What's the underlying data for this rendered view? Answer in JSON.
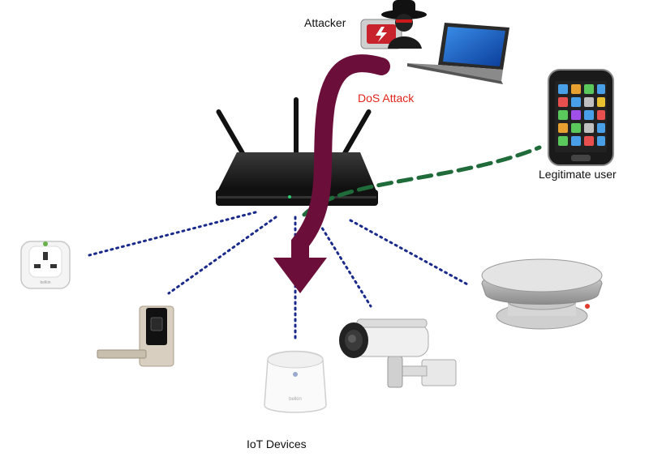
{
  "labels": {
    "attacker": "Attacker",
    "dos_attack": "DoS Attack",
    "legitimate_user": "Legitimate user",
    "iot_devices": "IoT Devices"
  },
  "device_labels": {
    "smart_plug_brand": "belkin",
    "motion_sensor_brand": "belkin"
  },
  "colors": {
    "attack_arrow": "#6b0f3a",
    "legit_link": "#1f6b3a",
    "iot_link": "#1a2a8a",
    "dos_text": "#e2231a"
  }
}
